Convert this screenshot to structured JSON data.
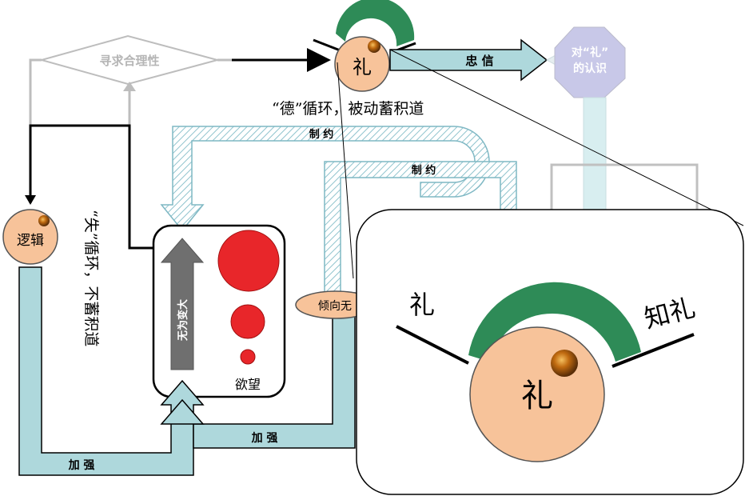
{
  "labels": {
    "seek_reason": "寻求合理性",
    "li": "礼",
    "loyalty": "忠 信",
    "recog_line1": "对“礼”",
    "recog_line2": "的认识",
    "de_cycle": "“德”循环，被动蓄积道",
    "constrain_1": "制 约",
    "constrain_2": "制 约",
    "logic": "逻辑",
    "shi_cycle": "“失”循环，不蓄积道",
    "wuwei": "无为变大",
    "desire": "欲望",
    "tendency": "倾向无",
    "strengthen_1": "加 强",
    "strengthen_2": "加 强",
    "zoom_li_left": "礼",
    "zoom_know_li": "知礼",
    "zoom_li_center": "礼"
  },
  "colors": {
    "node_fill": "#f7c39a",
    "node_stroke": "#555555",
    "arc_green": "#2e8b57",
    "flow_teal": "#aed8dc",
    "hatch_stroke": "#7fb8c4",
    "red_ball": "#e8262a",
    "gray_arrow": "#6f6f6f",
    "octagon": "#c8c8e8",
    "diamond_stroke": "#bbbbbb"
  },
  "icons": {
    "node_marker": "orange-sphere-icon",
    "zoom": "magnifier-inset"
  }
}
